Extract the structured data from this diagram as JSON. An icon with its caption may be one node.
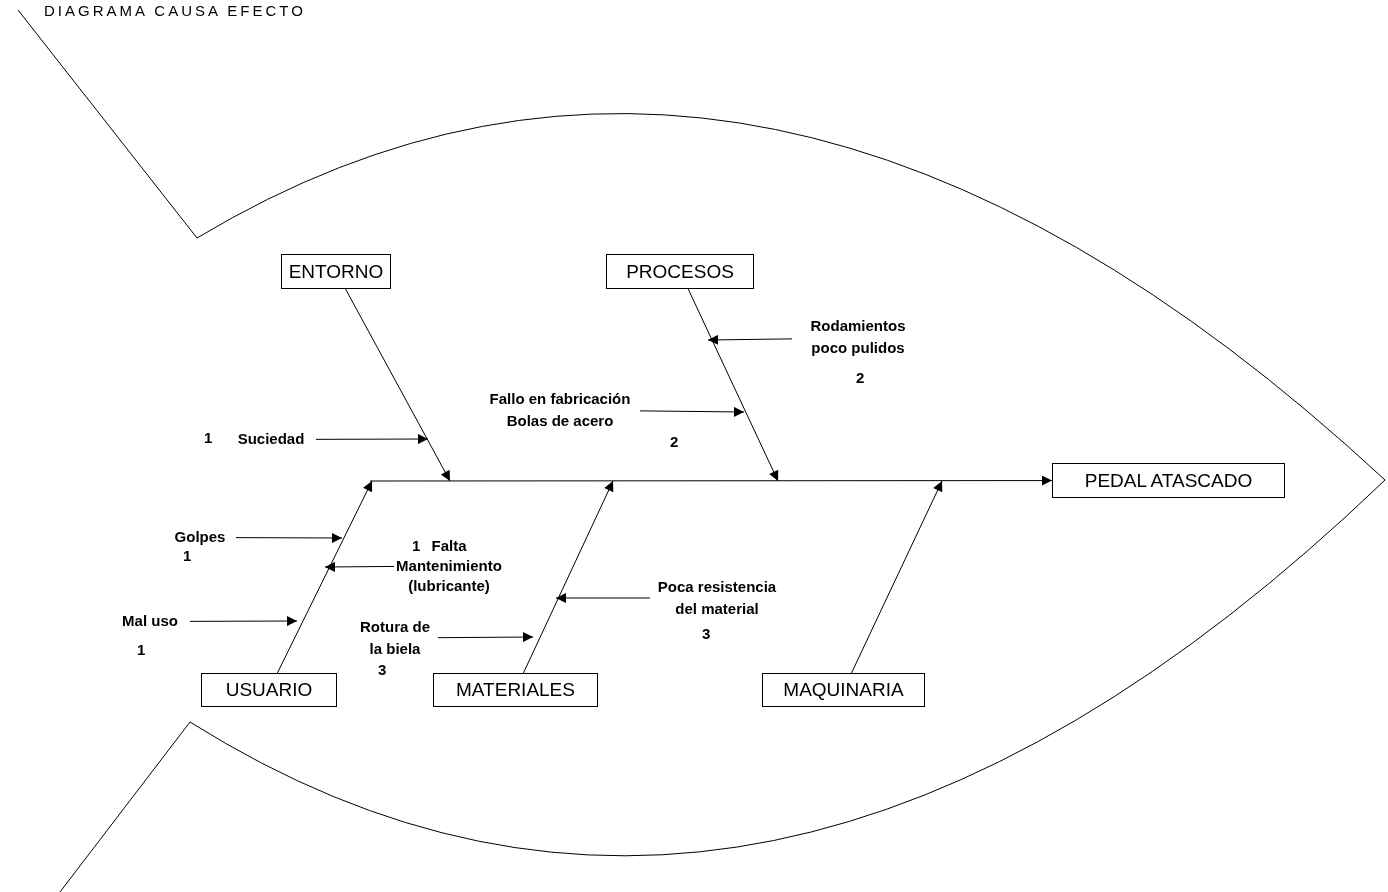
{
  "diagram": {
    "title": "DIAGRAMA CAUSA EFECTO",
    "nodes": [
      {
        "text": [
          "ENTORNO"
        ]
      },
      {
        "text": [
          "PROCESOS"
        ]
      },
      {
        "text": [
          "Rodamientos poco pulidos"
        ],
        "beside": [
          "2"
        ]
      },
      {
        "text": [
          "Fallo en fabricación Bolas de acero"
        ],
        "beside": [
          "2"
        ]
      },
      {
        "text": [
          "Suciedad"
        ],
        "beside": [
          "1"
        ]
      },
      {
        "text": [
          "PEDAL ATASCADO"
        ]
      },
      {
        "text": [
          "Golpes"
        ],
        "beside": [
          "1"
        ]
      },
      {
        "text": [
          "Falta Mantenimiento (lubricante)"
        ],
        "beside": [
          "1"
        ]
      },
      {
        "text": [
          "Poca resistencia del material"
        ],
        "beside": [
          "3"
        ]
      },
      {
        "text": [
          "Mal uso"
        ],
        "beside": [
          "1"
        ]
      },
      {
        "text": [
          "Rotura de la biela"
        ],
        "beside": [
          "3"
        ]
      },
      {
        "text": [
          "USUARIO"
        ]
      },
      {
        "text": [
          "MATERIALES"
        ]
      },
      {
        "text": [
          "MAQUINARIA"
        ]
      }
    ],
    "edges": [
      {
        "from": 0,
        "to": null,
        "arrow": "to"
      },
      {
        "from": 1,
        "to": null,
        "arrow": "to"
      },
      {
        "from": 11,
        "to": null,
        "arrow": "to"
      },
      {
        "from": 12,
        "to": null,
        "arrow": "to"
      },
      {
        "from": 13,
        "to": null,
        "arrow": "to"
      },
      {
        "from": null,
        "to": 5,
        "arrow": "to"
      },
      {
        "from": 2,
        "to": null,
        "arrow": "to"
      },
      {
        "from": 3,
        "to": null,
        "arrow": "to"
      },
      {
        "from": 4,
        "to": null,
        "arrow": "to"
      },
      {
        "from": 6,
        "to": null,
        "arrow": "to"
      },
      {
        "from": 7,
        "to": null,
        "arrow": "to"
      },
      {
        "from": 8,
        "to": null,
        "arrow": "to"
      },
      {
        "from": 9,
        "to": null,
        "arrow": "to"
      },
      {
        "from": 10,
        "to": null,
        "arrow": "to"
      }
    ]
  }
}
